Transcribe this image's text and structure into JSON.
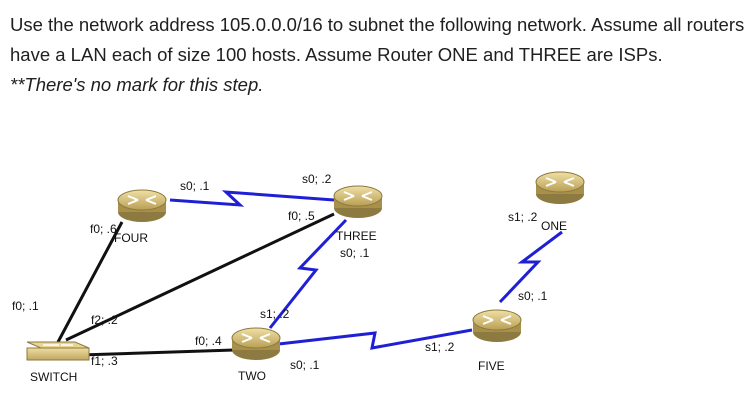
{
  "question": {
    "text": "Use the network address 105.0.0.0/16 to subnet the following network. Assume all routers have a LAN each of size 100 hosts. Assume Router ONE and THREE are ISPs.",
    "note": "**There's no mark for this step."
  },
  "diagram": {
    "devices": {
      "four": "FOUR",
      "three": "THREE",
      "one": "ONE",
      "five": "FIVE",
      "two": "TWO",
      "switch": "SWITCH"
    },
    "interfaces": {
      "four_s0": "s0; .1",
      "four_f0": "f0; .6",
      "three_s0_top": "s0; .2",
      "three_f0": "f0; .5",
      "three_s0_bottom": "s0; .1",
      "one_s1": "s1; .2",
      "five_s0": "s0; .1",
      "five_s1": "s1; .2",
      "two_s1": "s1; .2",
      "two_f0": "f0; .4",
      "two_s0": "s0; .1",
      "switch_f0": "f0; .1",
      "switch_f2": "f2; .2",
      "switch_f1": "f1; .3"
    },
    "colors": {
      "serial_link": "#1f1fd6",
      "ethernet_link": "#111111",
      "device_body": "#d9c27a",
      "device_dark": "#7a6a3a"
    }
  }
}
